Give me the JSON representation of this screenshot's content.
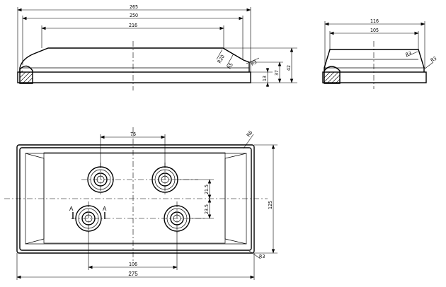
{
  "front_view": {
    "dim_overall": "265",
    "dim_upper": "250",
    "dim_top": "216",
    "dim_height_total": "42",
    "dim_height_body": "37",
    "dim_base": "13",
    "radius_big": "R20",
    "radius_mid": "R5",
    "radius_small": "R3"
  },
  "side_view": {
    "dim_width": "116",
    "dim_top": "105",
    "radius_a": "R3",
    "radius_b": "R3"
  },
  "top_view": {
    "dim_length": "275",
    "dim_height": "125",
    "dim_hole_spacing_top": "76",
    "dim_hole_spacing_bottom": "106",
    "dim_v_upper": "21.5",
    "dim_v_lower": "23.5",
    "corner_radius_top": "R6",
    "corner_radius_bottom": "R3",
    "section_marker": "A"
  }
}
